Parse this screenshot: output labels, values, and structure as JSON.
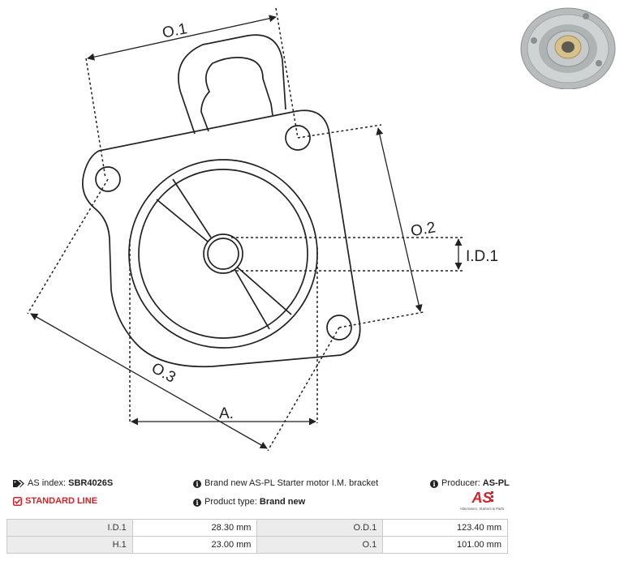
{
  "drawing": {
    "dimension_labels": {
      "o1": "O.1",
      "o2": "O.2",
      "o3": "O.3",
      "id1": "I.D.1",
      "a": "A."
    }
  },
  "photo": {
    "alt": "product photo"
  },
  "info": {
    "as_index_label": "AS index:",
    "as_index_value": "SBR4026S",
    "standard_line": "STANDARD LINE",
    "description": "Brand new AS-PL Starter motor I.M. bracket",
    "product_type_label": "Product type:",
    "product_type_value": "Brand new",
    "producer_label": "Producer:",
    "producer_value": "AS-PL",
    "logo_mark": "AS",
    "logo_tagline": "Alternators, Starters & Parts"
  },
  "specs": [
    {
      "label1": "I.D.1",
      "value1": "28.30 mm",
      "label2": "O.D.1",
      "value2": "123.40 mm"
    },
    {
      "label1": "H.1",
      "value1": "23.00 mm",
      "label2": "O.1",
      "value2": "101.00 mm"
    }
  ],
  "colors": {
    "accent": "#d2232a",
    "table_label_bg": "#ececec",
    "line": "#222222"
  },
  "icons": [
    "tags-icon",
    "check-square-icon",
    "info-icon"
  ]
}
